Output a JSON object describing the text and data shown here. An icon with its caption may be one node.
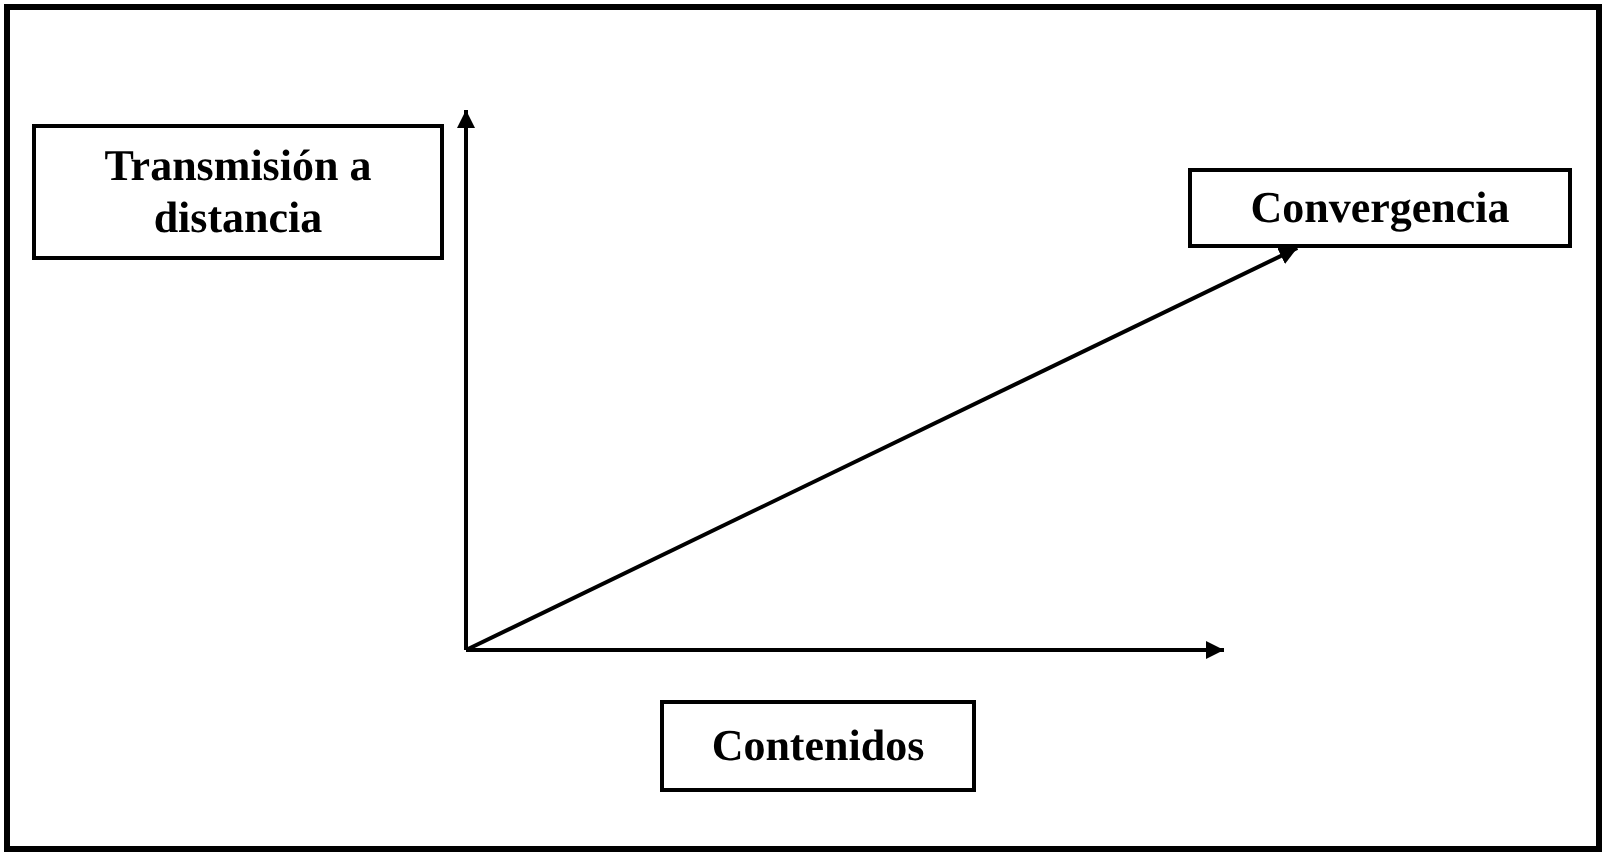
{
  "diagram": {
    "nodes": [
      {
        "text": [
          "Transmisión a distancia"
        ]
      },
      {
        "text": [
          "Convergencia"
        ]
      },
      {
        "text": [
          "Contenidos"
        ]
      }
    ],
    "edges": [
      {
        "from": null,
        "to": 1,
        "arrow": "to"
      }
    ]
  }
}
